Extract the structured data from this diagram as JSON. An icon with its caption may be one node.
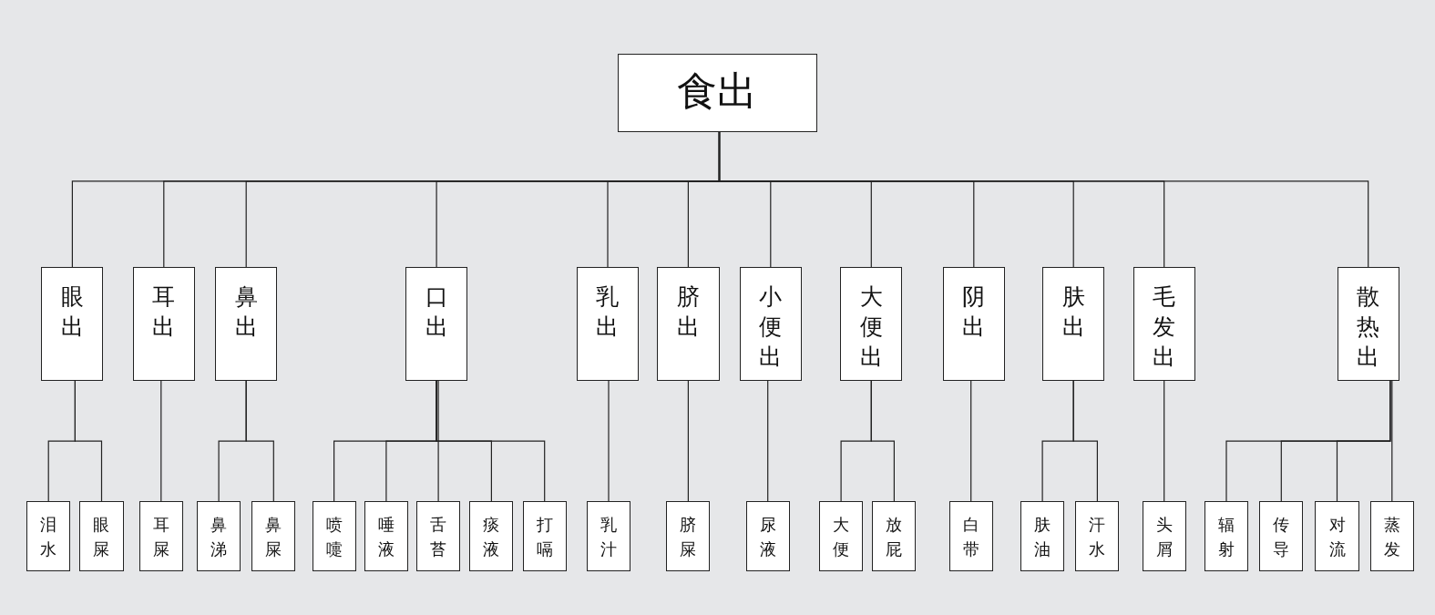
{
  "diagram": {
    "nodes": [
      {
        "text": [
          "食出"
        ]
      },
      {
        "text": [
          "眼出"
        ]
      },
      {
        "text": [
          "耳出"
        ]
      },
      {
        "text": [
          "鼻出"
        ]
      },
      {
        "text": [
          "口出"
        ]
      },
      {
        "text": [
          "乳出"
        ]
      },
      {
        "text": [
          "脐出"
        ]
      },
      {
        "text": [
          "小便出"
        ]
      },
      {
        "text": [
          "大便出"
        ]
      },
      {
        "text": [
          "阴出"
        ]
      },
      {
        "text": [
          "肤出"
        ]
      },
      {
        "text": [
          "毛发出"
        ]
      },
      {
        "text": [
          "散热出"
        ]
      },
      {
        "text": [
          "泪水"
        ]
      },
      {
        "text": [
          "眼屎"
        ]
      },
      {
        "text": [
          "耳屎"
        ]
      },
      {
        "text": [
          "鼻涕"
        ]
      },
      {
        "text": [
          "鼻屎"
        ]
      },
      {
        "text": [
          "喷嚏"
        ]
      },
      {
        "text": [
          "唾液"
        ]
      },
      {
        "text": [
          "舌苔"
        ]
      },
      {
        "text": [
          "痰液"
        ]
      },
      {
        "text": [
          "打嗝"
        ]
      },
      {
        "text": [
          "乳汁"
        ]
      },
      {
        "text": [
          "脐屎"
        ]
      },
      {
        "text": [
          "尿液"
        ]
      },
      {
        "text": [
          "大便"
        ]
      },
      {
        "text": [
          "放屁"
        ]
      },
      {
        "text": [
          "白带"
        ]
      },
      {
        "text": [
          "肤油"
        ]
      },
      {
        "text": [
          "汗水"
        ]
      },
      {
        "text": [
          "头屑"
        ]
      },
      {
        "text": [
          "辐射"
        ]
      },
      {
        "text": [
          "传导"
        ]
      },
      {
        "text": [
          "对流"
        ]
      },
      {
        "text": [
          "蒸发"
        ]
      }
    ],
    "edges": [
      {
        "from": 0,
        "to": 1,
        "arrow": "none"
      },
      {
        "from": 0,
        "to": 2,
        "arrow": "none"
      },
      {
        "from": 0,
        "to": 3,
        "arrow": "none"
      },
      {
        "from": 0,
        "to": 4,
        "arrow": "none"
      },
      {
        "from": 0,
        "to": 5,
        "arrow": "none"
      },
      {
        "from": 0,
        "to": 6,
        "arrow": "none"
      },
      {
        "from": 0,
        "to": 7,
        "arrow": "none"
      },
      {
        "from": 0,
        "to": 8,
        "arrow": "none"
      },
      {
        "from": 0,
        "to": 9,
        "arrow": "none"
      },
      {
        "from": 0,
        "to": 10,
        "arrow": "none"
      },
      {
        "from": 0,
        "to": 11,
        "arrow": "none"
      },
      {
        "from": 0,
        "to": 12,
        "arrow": "none"
      },
      {
        "from": 1,
        "to": 13,
        "arrow": "none"
      },
      {
        "from": 1,
        "to": 14,
        "arrow": "none"
      },
      {
        "from": 2,
        "to": 15,
        "arrow": "none"
      },
      {
        "from": 3,
        "to": 16,
        "arrow": "none"
      },
      {
        "from": 3,
        "to": 17,
        "arrow": "none"
      },
      {
        "from": 4,
        "to": 18,
        "arrow": "none"
      },
      {
        "from": 4,
        "to": 19,
        "arrow": "none"
      },
      {
        "from": 4,
        "to": 20,
        "arrow": "none"
      },
      {
        "from": 4,
        "to": 21,
        "arrow": "none"
      },
      {
        "from": 4,
        "to": 22,
        "arrow": "none"
      },
      {
        "from": 5,
        "to": 23,
        "arrow": "none"
      },
      {
        "from": 6,
        "to": 24,
        "arrow": "none"
      },
      {
        "from": 7,
        "to": 25,
        "arrow": "none"
      },
      {
        "from": 8,
        "to": 26,
        "arrow": "none"
      },
      {
        "from": 8,
        "to": 27,
        "arrow": "none"
      },
      {
        "from": 9,
        "to": 28,
        "arrow": "none"
      },
      {
        "from": 10,
        "to": 29,
        "arrow": "none"
      },
      {
        "from": 10,
        "to": 30,
        "arrow": "none"
      },
      {
        "from": 11,
        "to": 31,
        "arrow": "none"
      },
      {
        "from": 12,
        "to": 32,
        "arrow": "none"
      },
      {
        "from": 12,
        "to": 33,
        "arrow": "none"
      },
      {
        "from": 12,
        "to": 34,
        "arrow": "none"
      },
      {
        "from": 12,
        "to": 35,
        "arrow": "none"
      }
    ]
  }
}
